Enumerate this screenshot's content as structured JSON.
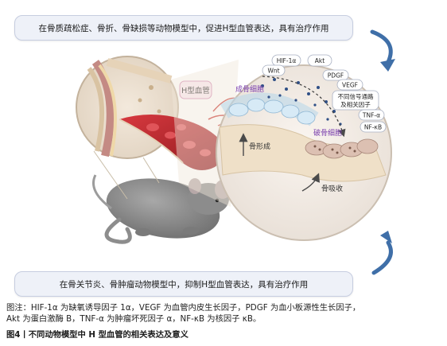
{
  "banners": {
    "top": "在骨质疏松症、骨折、骨缺损等动物模型中，促进H型血管表达，具有治疗作用",
    "bottom": "在骨关节炎、骨肿瘤动物模型中，抑制H型血管表达，具有治疗作用"
  },
  "diagram": {
    "h_vessel_label": "H型血管",
    "osteoblast_label": "成骨细胞",
    "osteoclast_label": "破骨细胞",
    "bone_formation_label": "骨形成",
    "bone_resorption_label": "骨吸收",
    "factors": {
      "hif": "HIF-1α",
      "akt": "Akt",
      "wnt": "Wnt",
      "pdgf": "PDGF",
      "vegf": "VEGF",
      "pathways_line1": "不同信号通路",
      "pathways_line2": "及相关因子",
      "tnf": "TNF-α",
      "nfkb": "NF-κB"
    }
  },
  "colors": {
    "banner_bg": "#eef1f8",
    "arrow_blue": "#3f6fa8",
    "vessel_red": "#b8232a",
    "label_purple": "#7a3fae",
    "mouse_gray": "#8a8a8a"
  },
  "notes": {
    "line1": "图注：HIF-1α 为缺氧诱导因子 1α，VEGF 为血管内皮生长因子，PDGF 为血小板源性生长因子，",
    "line2": "Akt 为蛋白激酶 B，TNF-α 为肿瘤坏死因子 α，NF-κB 为核因子 κB。"
  },
  "caption": "图4丨不同动物模型中 H 型血管的相关表达及意义"
}
